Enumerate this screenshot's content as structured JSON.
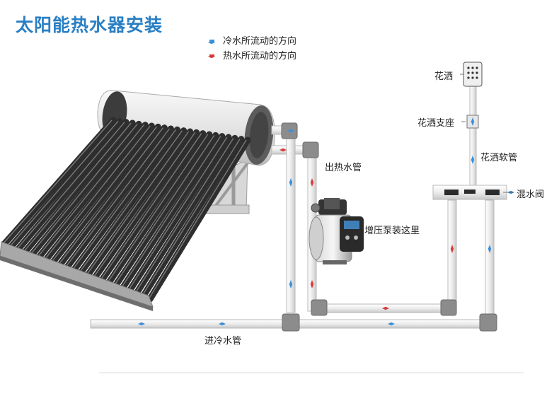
{
  "title": "太阳能热水器安装",
  "legend": {
    "cold": {
      "label": "冷水所流动的方向",
      "color": "#3a8fd8"
    },
    "hot": {
      "label": "热水所流动的方向",
      "color": "#d83a3a"
    }
  },
  "labels": {
    "shower_head": "花洒",
    "shower_holder": "花洒支座",
    "shower_hose": "花洒软管",
    "mixing_valve": "混水阀",
    "hot_outlet_pipe": "出热水管",
    "booster_pump": "增压泵装这里",
    "cold_inlet_pipe": "进冷水管"
  },
  "colors": {
    "pipe_fill": "#f4f4f4",
    "pipe_edge": "#b8b8b8",
    "elbow": "#8c8c8c",
    "tube": "#3b3b3b",
    "tank": "#e9e9e9"
  }
}
